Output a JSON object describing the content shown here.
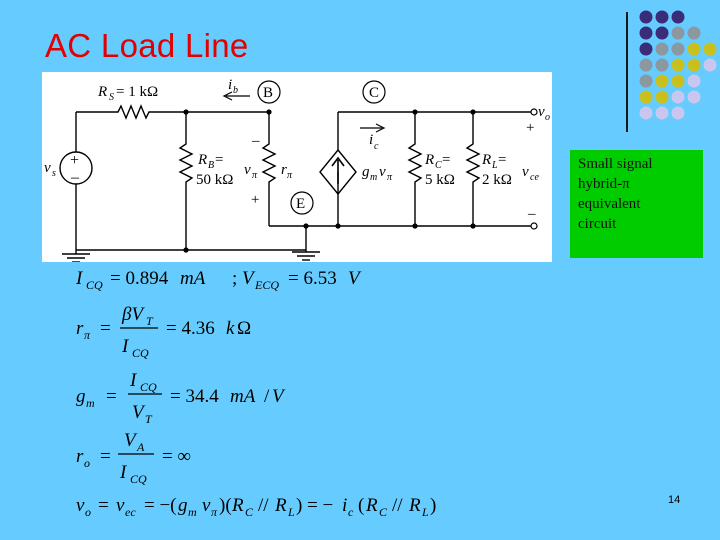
{
  "slide": {
    "title": "AC Load Line",
    "page_number": "14",
    "note_lines": [
      "Small signal",
      "hybrid-π",
      "equivalent",
      "circuit"
    ]
  },
  "circuit": {
    "rs_label": "R",
    "rs_sub": "S",
    "rs_value": " = 1 kΩ",
    "ib_label": "i",
    "ib_sub": "b",
    "node_b": "B",
    "node_c": "C",
    "node_e": "E",
    "vs_label": "v",
    "vs_sub": "s",
    "rb_label": "R",
    "rb_sub": "B",
    "rb_eq": " =",
    "rb_value": "50 kΩ",
    "vpi_label": "v",
    "vpi_sub": "π",
    "rpi_label": "r",
    "rpi_sub": "π",
    "ic_label": "i",
    "ic_sub": "c",
    "gm_label": "g",
    "gm_sub": "m",
    "gm_v": "v",
    "gm_vsub": "π",
    "rc_label": "R",
    "rc_sub": "C",
    "rc_eq": " =",
    "rc_value": "5 kΩ",
    "rl_label": "R",
    "rl_sub": "L",
    "rl_eq": " =",
    "rl_value": "2 kΩ",
    "vo_label": "v",
    "vo_sub": "o",
    "vce_label": "v",
    "vce_sub": "ce",
    "plus": "+",
    "minus": "–"
  },
  "equations": {
    "q_point": "I_CQ = 0.894mA ;V_ECQ = 6.53V",
    "r_pi": "r_π = βV_T / I_CQ = 4.36kΩ",
    "g_m": "g_m = I_CQ / V_T = 34.4mA / V",
    "r_o": "r_o = V_A / I_CQ = ∞",
    "v_o": "v_o = v_ec = −(g_m v_π)(R_C // R_L) = −i_c (R_C // R_L)"
  },
  "colors": {
    "background": "#66ccff",
    "title": "#e20000",
    "note_box": "#00cc00",
    "dot_navy": "#3b2c7a",
    "dot_gray": "#8c98a0",
    "dot_olive": "#c8c01c",
    "dot_lavender": "#c7c7f0"
  },
  "icons": {
    "corner_decoration": "dot-grid-decoration",
    "current_source": "dependent-current-source-icon",
    "voltage_source": "voltage-source-icon",
    "ground": "ground-icon"
  }
}
